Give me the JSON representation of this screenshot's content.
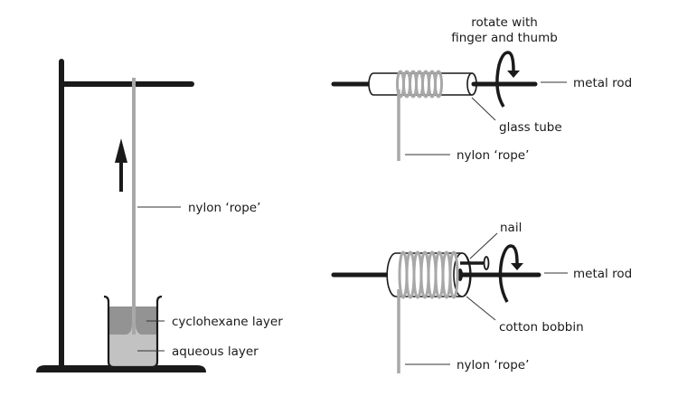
{
  "diagram": {
    "left_apparatus": {
      "labels": {
        "rope": "nylon ‘rope’",
        "cyclohexane": "cyclohexane layer",
        "aqueous": "aqueous layer"
      }
    },
    "top_right_apparatus": {
      "labels": {
        "rotate": [
          "rotate with",
          "finger and thumb"
        ],
        "rod": "metal rod",
        "tube": "glass tube",
        "rope": "nylon ‘rope’"
      }
    },
    "bottom_right_apparatus": {
      "labels": {
        "nail": "nail",
        "rod": "metal rod",
        "bobbin": "cotton bobbin",
        "rope": "nylon ‘rope’"
      }
    },
    "colors": {
      "ink": "#1a1a1a",
      "nylon": "#a8a8a8",
      "cyclohexane": "#939393",
      "aqueous": "#c2c2c2"
    }
  }
}
